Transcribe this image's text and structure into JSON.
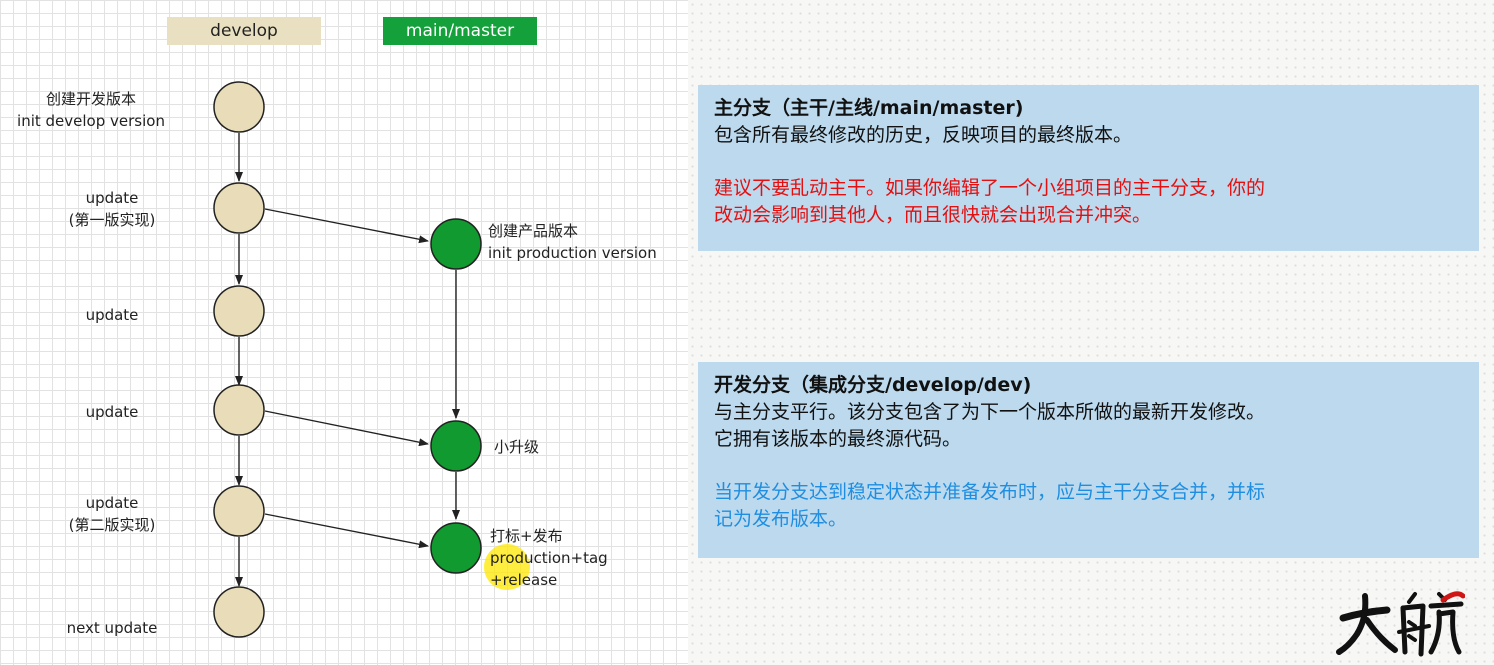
{
  "headers": {
    "develop": "develop",
    "master": "main/master"
  },
  "develop_labels": {
    "n1_line1": "创建开发版本",
    "n1_line2": "init develop version",
    "n2_line1": "update",
    "n2_line2": "(第一版实现)",
    "n3": "update",
    "n4": "update",
    "n5_line1": "update",
    "n5_line2": "(第二版实现)",
    "n6": "next update"
  },
  "master_labels": {
    "m1_line1": "创建产品版本",
    "m1_line2": "init  production version",
    "m2": "小升级",
    "m3_line1": "打标+发布",
    "m3_line2": "production+tag",
    "m3_line3": "+release"
  },
  "main_box": {
    "title": "主分支（主干/主线/main/master)",
    "description": "包含所有最终修改的历史，反映项目的最终版本。",
    "warning_line1": "建议不要乱动主干。如果你编辑了一个小组项目的主干分支，你的",
    "warning_line2": "改动会影响到其他人，而且很快就会出现合并冲突。"
  },
  "develop_box": {
    "title": "开发分支（集成分支/develop/dev)",
    "description_line1": "与主分支平行。该分支包含了为下一个版本所做的最新开发修改。",
    "description_line2": "它拥有该版本的最终源代码。",
    "note_line1": "当开发分支达到稳定状态并准备发布时，应与主干分支合并，并标",
    "note_line2": "记为发布版本。"
  },
  "logo_text": "大航",
  "colors": {
    "develop_node": "#e8ddb8",
    "master_node": "#119a2f",
    "develop_header": "#e8e0c0",
    "master_header": "#14a03a",
    "info_box": "#bcd9ee",
    "warning_text": "#e41010",
    "note_text": "#1f8ee0"
  }
}
